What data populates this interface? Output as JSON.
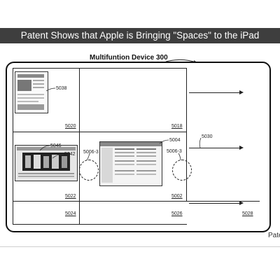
{
  "banner": {
    "text": "Patent Shows that Apple is Bringing \"Spaces\" to the iPad"
  },
  "figure": {
    "title": "Multifuntion Device 300",
    "cells": {
      "c5020": "5020",
      "c5018": "5018",
      "c5022": "5022",
      "c5002": "5002",
      "c5024": "5024",
      "c5026": "5026",
      "c5028": "5028"
    },
    "callouts": {
      "c5038": "5038",
      "c5046": "5046",
      "c5042": "5042",
      "c5004": "5004",
      "c5006a": "5006-3",
      "c5006b": "5006-3",
      "c5030": "5030"
    }
  },
  "caption": {
    "text": "Pate"
  }
}
